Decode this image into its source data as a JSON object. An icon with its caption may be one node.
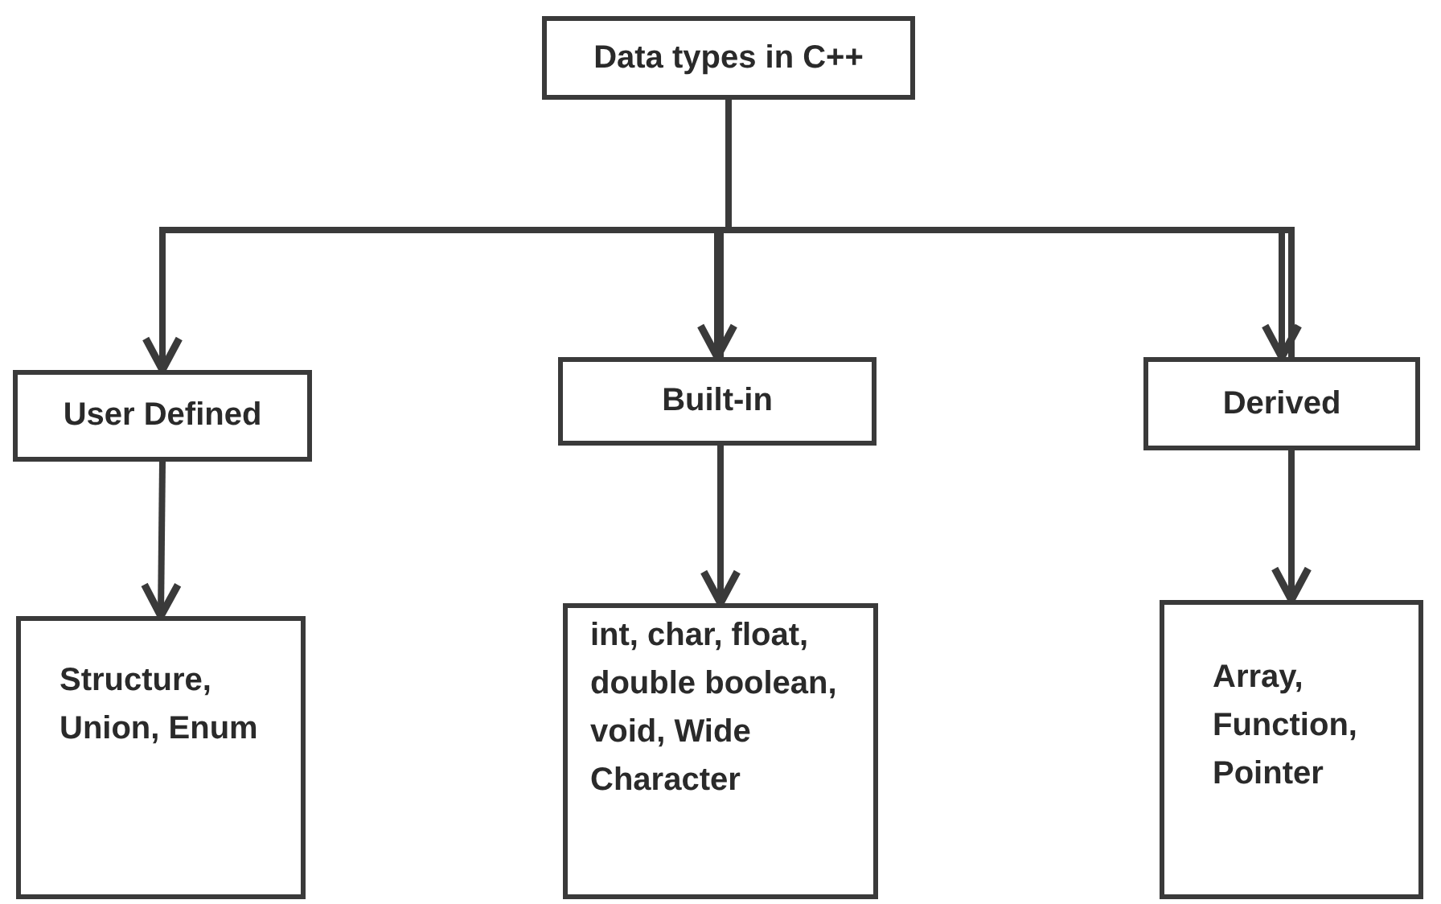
{
  "diagram": {
    "nodes": [
      {
        "text": [
          "Data types in C++"
        ]
      },
      {
        "text": [
          "User Defined"
        ]
      },
      {
        "text": [
          "Built-in"
        ]
      },
      {
        "text": [
          "Derived"
        ]
      },
      {
        "text": [
          "Structure, Union, Enum"
        ]
      },
      {
        "text": [
          "int, char, float, double boolean, void, Wide Character"
        ]
      },
      {
        "text": [
          "Array, Function, Pointer"
        ]
      }
    ],
    "edges": [
      {
        "from": 0,
        "to": 1,
        "arrow": "to"
      },
      {
        "from": 0,
        "to": 2,
        "arrow": "to"
      },
      {
        "from": 0,
        "to": 3,
        "arrow": "to"
      },
      {
        "from": 1,
        "to": 4,
        "arrow": "to"
      },
      {
        "from": 2,
        "to": 5,
        "arrow": "to"
      },
      {
        "from": 3,
        "to": 6,
        "arrow": "to"
      }
    ]
  }
}
